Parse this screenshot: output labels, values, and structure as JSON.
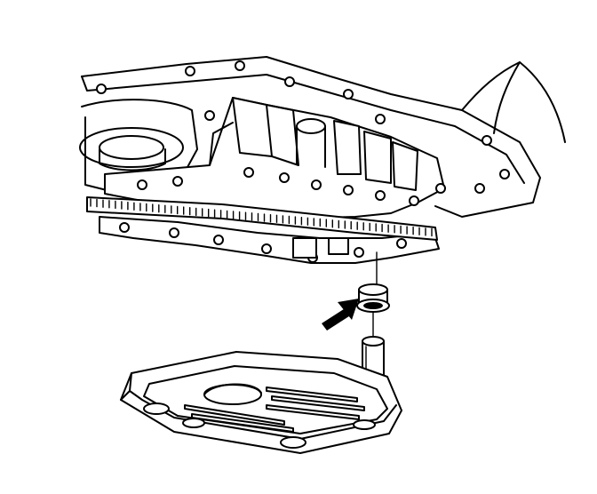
{
  "figure": {
    "type": "technical-line-illustration",
    "components": [
      {
        "name": "transmission-case",
        "icon": "transmission-case"
      },
      {
        "name": "valve-body",
        "icon": "valve-body"
      },
      {
        "name": "gasket",
        "icon": "gasket"
      },
      {
        "name": "filter-seal",
        "icon": "filter-seal"
      },
      {
        "name": "oil-filter",
        "icon": "oil-filter"
      }
    ],
    "callout": {
      "icon": "arrow",
      "target": "filter-seal"
    },
    "colors": {
      "ink": "#000000",
      "shade": "#d9d9d9",
      "paper": "#ffffff"
    }
  }
}
